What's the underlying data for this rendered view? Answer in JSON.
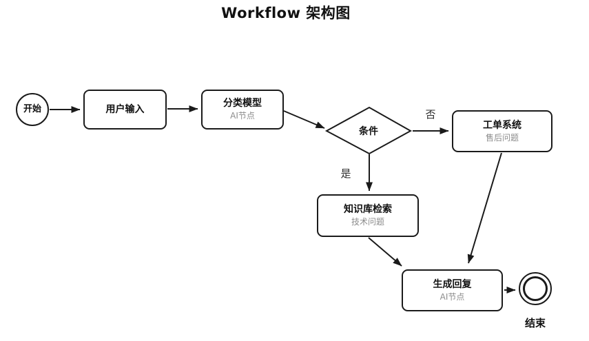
{
  "title": "Workflow 架构图",
  "diagram": {
    "type": "flowchart",
    "nodes": {
      "start": {
        "label": "开始",
        "shape": "circle"
      },
      "user_input": {
        "label": "用户输入",
        "shape": "rounded-rect"
      },
      "classifier": {
        "label": "分类模型",
        "sublabel": "AI节点",
        "shape": "rounded-rect"
      },
      "condition": {
        "label": "条件",
        "shape": "diamond"
      },
      "ticket_system": {
        "label": "工单系统",
        "sublabel": "售后问题",
        "shape": "rounded-rect"
      },
      "knowledge_search": {
        "label": "知识库检索",
        "sublabel": "技术问题",
        "shape": "rounded-rect"
      },
      "generate_reply": {
        "label": "生成回复",
        "sublabel": "AI节点",
        "shape": "rounded-rect"
      },
      "end": {
        "label": "结束",
        "shape": "double-circle"
      }
    },
    "edges": [
      {
        "from": "start",
        "to": "user_input",
        "label": ""
      },
      {
        "from": "user_input",
        "to": "classifier",
        "label": ""
      },
      {
        "from": "classifier",
        "to": "condition",
        "label": ""
      },
      {
        "from": "condition",
        "to": "ticket_system",
        "label": "否"
      },
      {
        "from": "condition",
        "to": "knowledge_search",
        "label": "是"
      },
      {
        "from": "knowledge_search",
        "to": "generate_reply",
        "label": ""
      },
      {
        "from": "ticket_system",
        "to": "generate_reply",
        "label": ""
      },
      {
        "from": "generate_reply",
        "to": "end",
        "label": ""
      }
    ]
  },
  "colors": {
    "background": "#ffffff",
    "stroke": "#1a1a1a",
    "label": "#111111",
    "sublabel": "#8c8c8c",
    "edge_label": "#2b2b2b"
  }
}
